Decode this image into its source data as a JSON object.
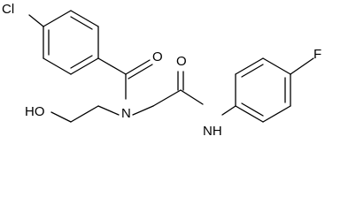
{
  "molecule": {
    "atoms": {
      "cl": "Cl",
      "o_amide_1": "O",
      "n_amide_1": "N",
      "o_amide_2": "O",
      "n_amide_2": "NH",
      "f": "F",
      "oh": "HO"
    }
  }
}
